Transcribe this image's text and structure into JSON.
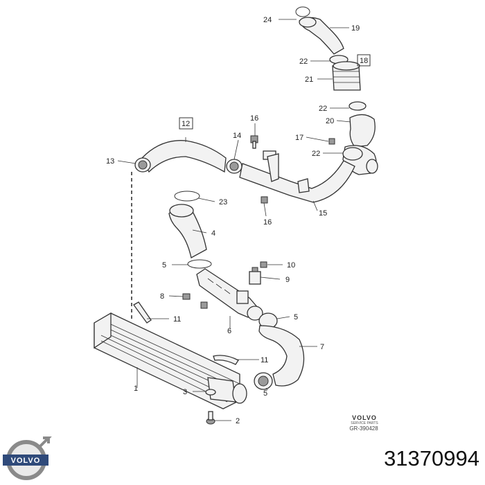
{
  "callouts": [
    {
      "id": "c24",
      "text": "24"
    },
    {
      "id": "c19",
      "text": "19"
    },
    {
      "id": "c18",
      "text": "18"
    },
    {
      "id": "c22a",
      "text": "22"
    },
    {
      "id": "c21",
      "text": "21"
    },
    {
      "id": "c22b",
      "text": "22"
    },
    {
      "id": "c20",
      "text": "20"
    },
    {
      "id": "c16a",
      "text": "16"
    },
    {
      "id": "c12",
      "text": "12"
    },
    {
      "id": "c14",
      "text": "14"
    },
    {
      "id": "c17",
      "text": "17"
    },
    {
      "id": "c22c",
      "text": "22"
    },
    {
      "id": "c13",
      "text": "13"
    },
    {
      "id": "c23",
      "text": "23"
    },
    {
      "id": "c15",
      "text": "15"
    },
    {
      "id": "c16b",
      "text": "16"
    },
    {
      "id": "c4",
      "text": "4"
    },
    {
      "id": "c5a",
      "text": "5"
    },
    {
      "id": "c10",
      "text": "10"
    },
    {
      "id": "c9",
      "text": "9"
    },
    {
      "id": "c8",
      "text": "8"
    },
    {
      "id": "c11a",
      "text": "11"
    },
    {
      "id": "c5b",
      "text": "5"
    },
    {
      "id": "c6",
      "text": "6"
    },
    {
      "id": "c7",
      "text": "7"
    },
    {
      "id": "c11b",
      "text": "11"
    },
    {
      "id": "c1",
      "text": "1"
    },
    {
      "id": "c3",
      "text": "3"
    },
    {
      "id": "c2",
      "text": "2"
    },
    {
      "id": "c5c",
      "text": "5"
    }
  ],
  "brand": {
    "name": "VOLVO",
    "sub": "SERVICE PARTS",
    "reference": "GR-390428",
    "logo_text": "VOLVO"
  },
  "part_number": "31370994"
}
